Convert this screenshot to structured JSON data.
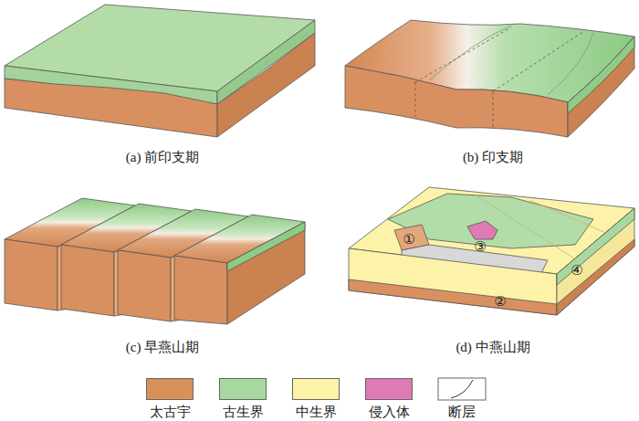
{
  "diagram": {
    "labels": [
      "(a) 前印支期",
      "(b) 印支期",
      "(c) 早燕山期",
      "(d) 中燕山期",
      "①",
      "②",
      "③",
      "④"
    ],
    "legend": [
      {
        "text": "太古宇",
        "color": "#d9905a"
      },
      {
        "text": "古生界",
        "color": "#a8d8a0"
      },
      {
        "text": "中生界",
        "color": "#fdf3a8"
      },
      {
        "text": "侵入体",
        "color": "#e07ab5"
      },
      {
        "text": "断层"
      }
    ]
  }
}
